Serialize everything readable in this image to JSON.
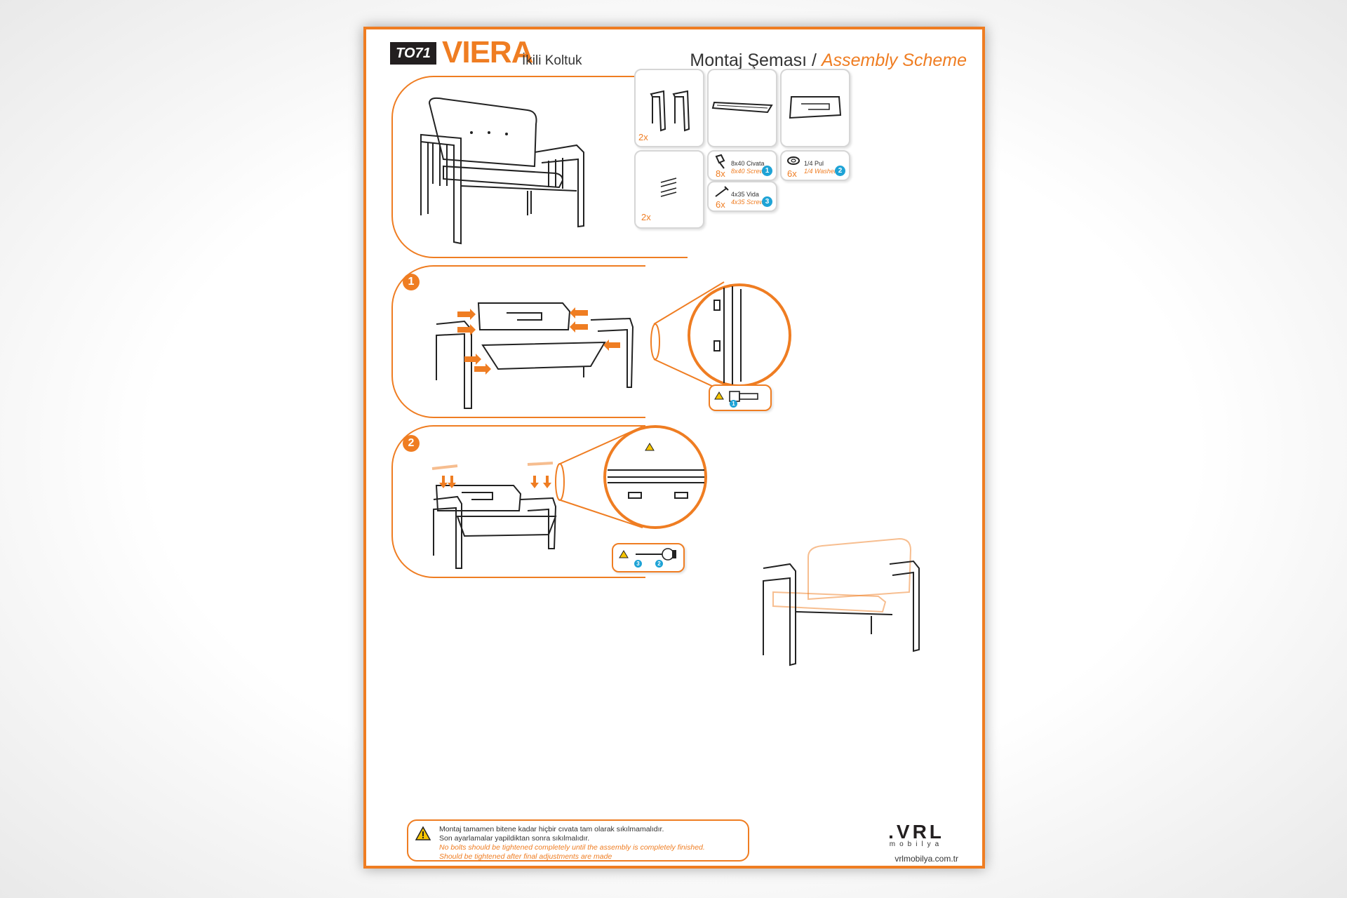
{
  "header": {
    "code": "TO71",
    "product_name": "VIERA",
    "product_type": "İkili Koltuk",
    "scheme_tr": "Montaj Şeması /",
    "scheme_en": "Assembly Scheme"
  },
  "parts": {
    "side_frames_qty": "2x",
    "armrests_qty": "2x"
  },
  "hardware": [
    {
      "qty": "8x",
      "label_tr": "8x40 Civata",
      "label_en": "8x40 Screw",
      "num": "1"
    },
    {
      "qty": "6x",
      "label_tr": "1/4 Pul",
      "label_en": "1/4 Washer",
      "num": "2"
    },
    {
      "qty": "6x",
      "label_tr": "4x35 Vida",
      "label_en": "4x35  Screw",
      "num": "3"
    }
  ],
  "steps": [
    {
      "num": "1",
      "bolt_num": "1"
    },
    {
      "num": "2",
      "screw_num": "3",
      "washer_num": "2"
    }
  ],
  "note": {
    "line1_tr": "Montaj tamamen bitene kadar hiçbir cıvata tam olarak sıkılmamalıdır.",
    "line2_tr": "Son ayarlamalar yapildiktan sonra sıkılmalıdır.",
    "line1_en": "No bolts should be tightened completely until the assembly is completely finished.",
    "line2_en": "Should be tightened after final adjustments are made"
  },
  "brand": {
    "logo": ".VRL",
    "sub": "mobilya",
    "url": "vrlmobilya.com.tr"
  },
  "colors": {
    "accent": "#ef7d22",
    "info": "#1ea3d6",
    "warning": "#f6c400"
  }
}
